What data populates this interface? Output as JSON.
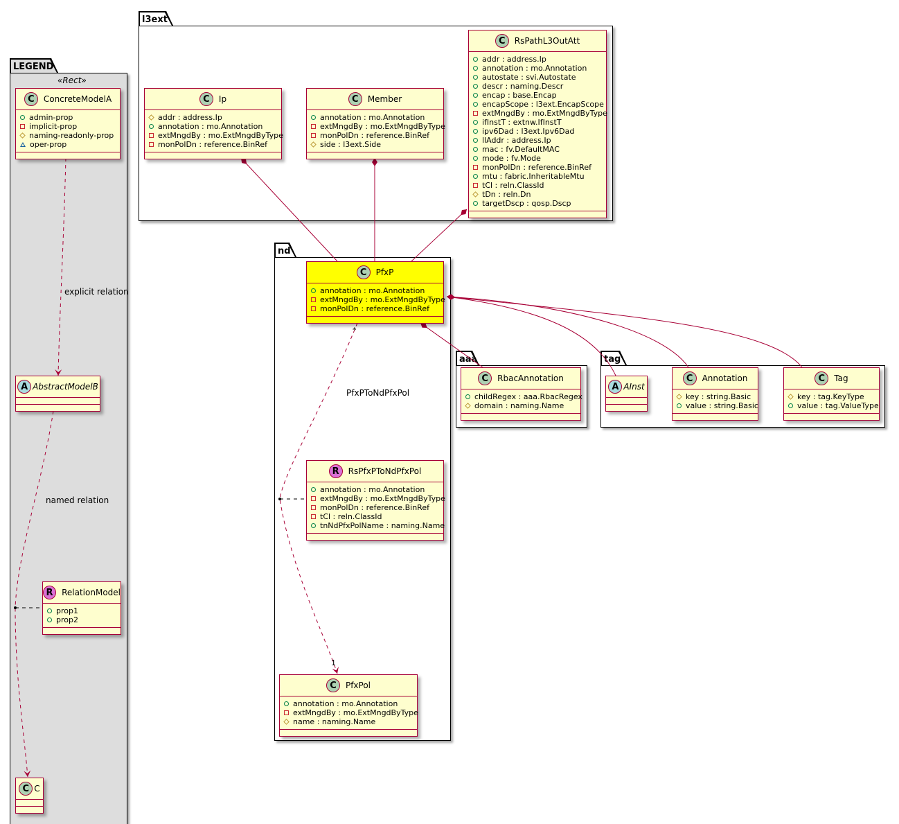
{
  "colors": {
    "border": "#A80036",
    "fill": "#FEFECE",
    "highlight": "#FFFF00",
    "legend_bg": "#DDDDDD",
    "class_circle": "#ADD1B2",
    "abstract_circle": "#A9DCDF",
    "relation_circle": "#DA70D6",
    "edge": "#A80036"
  },
  "packages": [
    {
      "id": "legend",
      "name": "LEGEND",
      "stereotype": "«Rect»"
    },
    {
      "id": "l3ext",
      "name": "l3ext"
    },
    {
      "id": "nd",
      "name": "nd"
    },
    {
      "id": "aaa",
      "name": "aaa"
    },
    {
      "id": "tag",
      "name": "tag"
    }
  ],
  "classes": [
    {
      "id": "ConcreteModelA",
      "kind": "C",
      "name": "ConcreteModelA",
      "attrs": [
        [
          "pub",
          "admin-prop"
        ],
        [
          "priv",
          "implicit-prop"
        ],
        [
          "prot",
          "naming-readonly-prop"
        ],
        [
          "pkgv",
          "oper-prop"
        ]
      ]
    },
    {
      "id": "AbstractModelB",
      "kind": "A",
      "name": "AbstractModelB",
      "attrs": []
    },
    {
      "id": "RelationModel",
      "kind": "R",
      "name": "RelationModel",
      "attrs": [
        [
          "pub",
          "prop1"
        ],
        [
          "pub",
          "prop2"
        ]
      ]
    },
    {
      "id": "C",
      "kind": "C",
      "name": "C",
      "attrs": []
    },
    {
      "id": "Ip",
      "kind": "C",
      "name": "Ip",
      "attrs": [
        [
          "prot",
          "addr : address.Ip"
        ],
        [
          "pub",
          "annotation : mo.Annotation"
        ],
        [
          "priv",
          "extMngdBy : mo.ExtMngdByType"
        ],
        [
          "priv",
          "monPolDn : reference.BinRef"
        ]
      ]
    },
    {
      "id": "Member",
      "kind": "C",
      "name": "Member",
      "attrs": [
        [
          "pub",
          "annotation : mo.Annotation"
        ],
        [
          "priv",
          "extMngdBy : mo.ExtMngdByType"
        ],
        [
          "priv",
          "monPolDn : reference.BinRef"
        ],
        [
          "prot",
          "side : l3ext.Side"
        ]
      ]
    },
    {
      "id": "RsPathL3OutAtt",
      "kind": "C",
      "name": "RsPathL3OutAtt",
      "attrs": [
        [
          "pub",
          "addr : address.Ip"
        ],
        [
          "pub",
          "annotation : mo.Annotation"
        ],
        [
          "pub",
          "autostate : svi.Autostate"
        ],
        [
          "pub",
          "descr : naming.Descr"
        ],
        [
          "pub",
          "encap : base.Encap"
        ],
        [
          "pub",
          "encapScope : l3ext.EncapScope"
        ],
        [
          "priv",
          "extMngdBy : mo.ExtMngdByType"
        ],
        [
          "pub",
          "ifInstT : extnw.IfInstT"
        ],
        [
          "pub",
          "ipv6Dad : l3ext.Ipv6Dad"
        ],
        [
          "pub",
          "llAddr : address.Ip"
        ],
        [
          "pub",
          "mac : fv.DefaultMAC"
        ],
        [
          "pub",
          "mode : fv.Mode"
        ],
        [
          "priv",
          "monPolDn : reference.BinRef"
        ],
        [
          "pub",
          "mtu : fabric.InheritableMtu"
        ],
        [
          "priv",
          "tCl : reln.ClassId"
        ],
        [
          "prot",
          "tDn : reln.Dn"
        ],
        [
          "pub",
          "targetDscp : qosp.Dscp"
        ]
      ]
    },
    {
      "id": "PfxP",
      "kind": "C",
      "name": "PfxP",
      "highlight": true,
      "attrs": [
        [
          "pub",
          "annotation : mo.Annotation"
        ],
        [
          "priv",
          "extMngdBy : mo.ExtMngdByType"
        ],
        [
          "priv",
          "monPolDn : reference.BinRef"
        ]
      ]
    },
    {
      "id": "RsPfxPToNdPfxPol",
      "kind": "R",
      "name": "RsPfxPToNdPfxPol",
      "attrs": [
        [
          "pub",
          "annotation : mo.Annotation"
        ],
        [
          "priv",
          "extMngdBy : mo.ExtMngdByType"
        ],
        [
          "priv",
          "monPolDn : reference.BinRef"
        ],
        [
          "priv",
          "tCl : reln.ClassId"
        ],
        [
          "pub",
          "tnNdPfxPolName : naming.Name"
        ]
      ]
    },
    {
      "id": "PfxPol",
      "kind": "C",
      "name": "PfxPol",
      "attrs": [
        [
          "pub",
          "annotation : mo.Annotation"
        ],
        [
          "priv",
          "extMngdBy : mo.ExtMngdByType"
        ],
        [
          "prot",
          "name : naming.Name"
        ]
      ]
    },
    {
      "id": "RbacAnnotation",
      "kind": "C",
      "name": "RbacAnnotation",
      "attrs": [
        [
          "pub",
          "childRegex : aaa.RbacRegex"
        ],
        [
          "prot",
          "domain : naming.Name"
        ]
      ]
    },
    {
      "id": "AInst",
      "kind": "A",
      "name": "AInst",
      "attrs": []
    },
    {
      "id": "Annotation",
      "kind": "C",
      "name": "Annotation",
      "attrs": [
        [
          "prot",
          "key : string.Basic"
        ],
        [
          "pub",
          "value : string.Basic"
        ]
      ]
    },
    {
      "id": "Tag",
      "kind": "C",
      "name": "Tag",
      "attrs": [
        [
          "prot",
          "key : tag.KeyType"
        ],
        [
          "pub",
          "value : tag.ValueType"
        ]
      ]
    }
  ],
  "labels": {
    "explicit_relation": "explicit relation",
    "named_relation": "named relation",
    "pfxp_to_pfxpol": "PfxPToNdPfxPol",
    "mult_many": "*",
    "mult_one": "1"
  }
}
